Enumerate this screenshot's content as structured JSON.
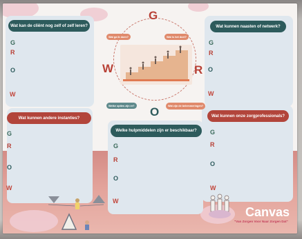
{
  "brand": {
    "title": "Canvas",
    "subtitle": "\"Van Zorgen Voor Naar Zorgen Dat\""
  },
  "center": {
    "letters": {
      "g": "G",
      "r": "R",
      "o": "O",
      "w": "W"
    },
    "bubbles": {
      "top_left": "Wat ga ik doen?",
      "top_right": "Wat is het doel?",
      "bottom_left": "Welke opties zijn er?",
      "bottom_right": "Wat zijn de belemmeringen?"
    }
  },
  "cards": {
    "top_left": {
      "title": "Wat kan de cliënt nog zelf of zelf leren?"
    },
    "top_right": {
      "title": "Wat kunnen naasten of netwerk?"
    },
    "mid_left": {
      "title": "Wat kunnen andere instanties?"
    },
    "mid_center": {
      "title": "Welke hulpmiddelen zijn er beschikbaar?"
    },
    "mid_right": {
      "title": "Wat kunnen onze zorgprofessionals?"
    }
  },
  "grow_letters": {
    "g": "G",
    "r": "R",
    "o": "O",
    "w": "W"
  },
  "colors": {
    "teal": "#2d5b5c",
    "red": "#b2453b",
    "pink_band": "#e3a39b",
    "card": "#dfe7ee"
  }
}
